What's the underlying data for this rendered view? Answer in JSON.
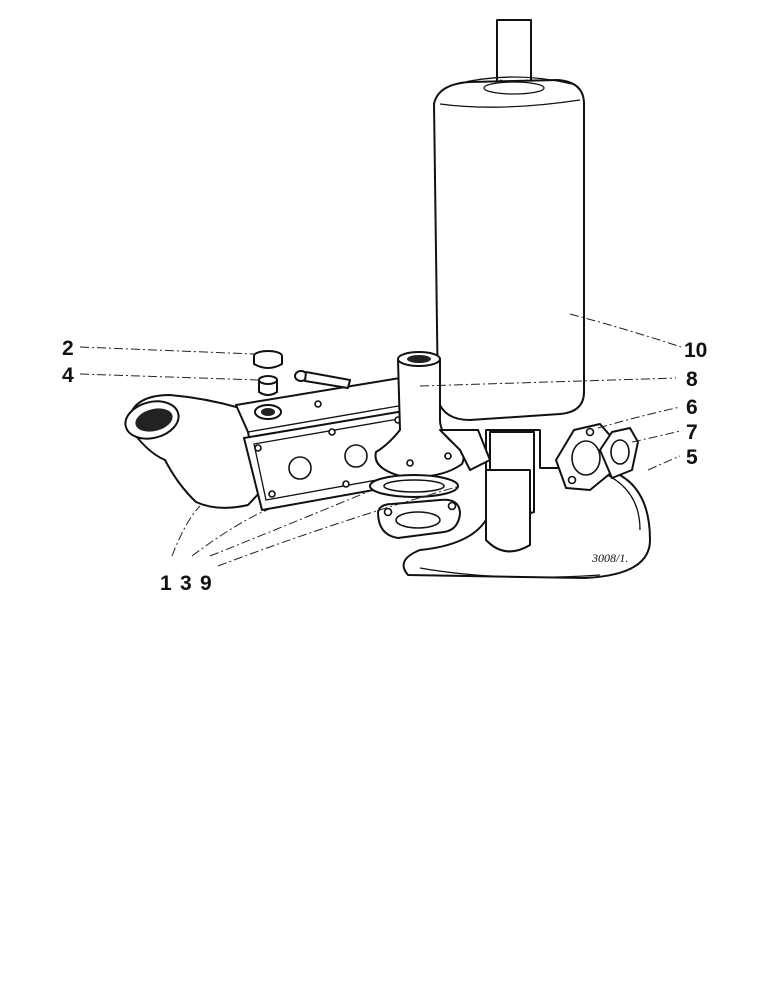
{
  "figure": {
    "reference": "3008/1.",
    "callouts": [
      {
        "id": "c1",
        "text": "1"
      },
      {
        "id": "c2",
        "text": "2"
      },
      {
        "id": "c3",
        "text": "3"
      },
      {
        "id": "c4",
        "text": "4"
      },
      {
        "id": "c5",
        "text": "5"
      },
      {
        "id": "c6",
        "text": "6"
      },
      {
        "id": "c7",
        "text": "7"
      },
      {
        "id": "c8",
        "text": "8"
      },
      {
        "id": "c9",
        "text": "9"
      },
      {
        "id": "c10",
        "text": "10"
      }
    ]
  }
}
